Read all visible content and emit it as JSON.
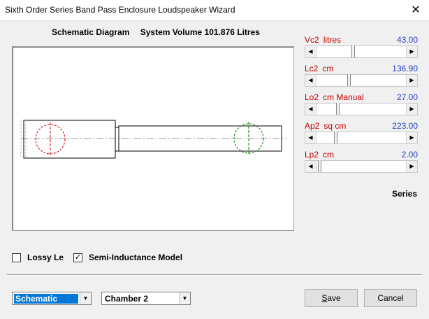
{
  "window": {
    "title": "Sixth Order Series Band Pass Enclosure Loudspeaker Wizard",
    "close_glyph": "✕"
  },
  "schematic": {
    "heading_left": "Schematic Diagram",
    "heading_right": "System Volume 101.876 Litres"
  },
  "params": [
    {
      "name": "Vc2",
      "unit": "litres",
      "value": "43.00",
      "position": 0.4
    },
    {
      "name": "Lc2",
      "unit": "cm",
      "value": "136.90",
      "position": 0.35
    },
    {
      "name": "Lo2",
      "unit": "cm  Manual",
      "value": "27.00",
      "position": 0.23
    },
    {
      "name": "Ap2",
      "unit": "sq cm",
      "value": "223.00",
      "position": 0.2
    },
    {
      "name": "Lp2",
      "unit": "cm",
      "value": "2.00",
      "position": 0.02
    }
  ],
  "series_label": "Series",
  "checkboxes": {
    "lossy_le": {
      "label": "Lossy Le",
      "checked": false,
      "mark": ""
    },
    "semi_inductance": {
      "label": "Semi-Inductance Model",
      "checked": true,
      "mark": "✓"
    }
  },
  "view_select": {
    "value": "Schematic"
  },
  "chamber_select": {
    "value": "Chamber 2"
  },
  "buttons": {
    "save_first": "S",
    "save_rest": "ave",
    "cancel": "Cancel"
  },
  "icons": {
    "dropdown": "▼",
    "left_arrow": "◀",
    "right_arrow": "▶"
  },
  "colors": {
    "param_label": "#c00000",
    "param_value": "#1f3fbf",
    "driver_red": "#cc0000",
    "driver_green": "#007a00"
  }
}
